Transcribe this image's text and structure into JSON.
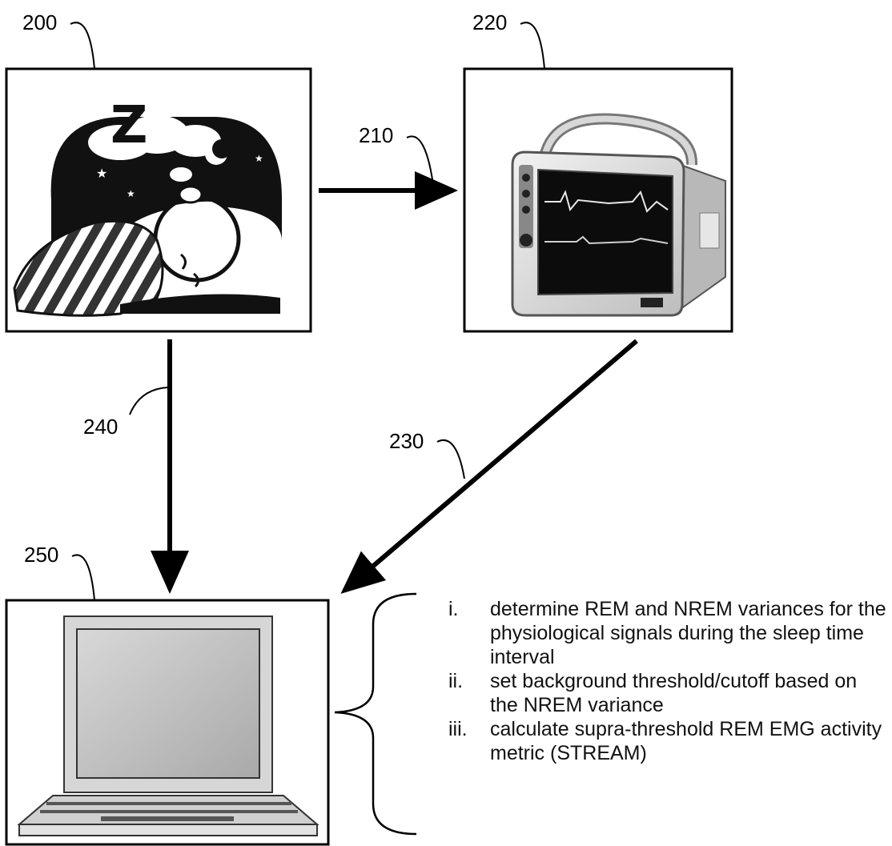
{
  "labels": {
    "sleeper_ref": "200",
    "signal_link_ref": "210",
    "monitor_ref": "220",
    "monitor_link_ref": "230",
    "direct_link_ref": "240",
    "computer_ref": "250",
    "sleep_icon": "z-letter-icon"
  },
  "steps": [
    {
      "num": "i.",
      "text": "determine REM and NREM variances for the physiological signals during the sleep time interval"
    },
    {
      "num": "ii.",
      "text": "set background threshold/cutoff based on the NREM variance"
    },
    {
      "num": "iii.",
      "text": "calculate supra-threshold REM EMG activity metric (STREAM)"
    }
  ],
  "icons": [
    "sleeping-person-icon",
    "patient-monitor-icon",
    "laptop-icon"
  ]
}
